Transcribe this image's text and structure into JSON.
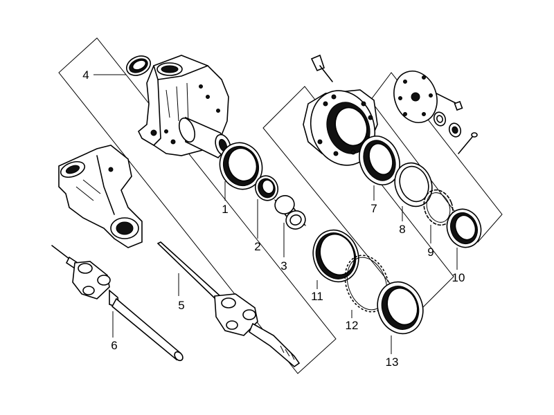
{
  "parts": [
    {
      "id": "1",
      "label": "1"
    },
    {
      "id": "2",
      "label": "2"
    },
    {
      "id": "3",
      "label": "3"
    },
    {
      "id": "4",
      "label": "4"
    },
    {
      "id": "5",
      "label": "5"
    },
    {
      "id": "6",
      "label": "6"
    },
    {
      "id": "7",
      "label": "7"
    },
    {
      "id": "8",
      "label": "8"
    },
    {
      "id": "9",
      "label": "9"
    },
    {
      "id": "10",
      "label": "10"
    },
    {
      "id": "11",
      "label": "11"
    },
    {
      "id": "12",
      "label": "12"
    },
    {
      "id": "13",
      "label": "13"
    }
  ]
}
